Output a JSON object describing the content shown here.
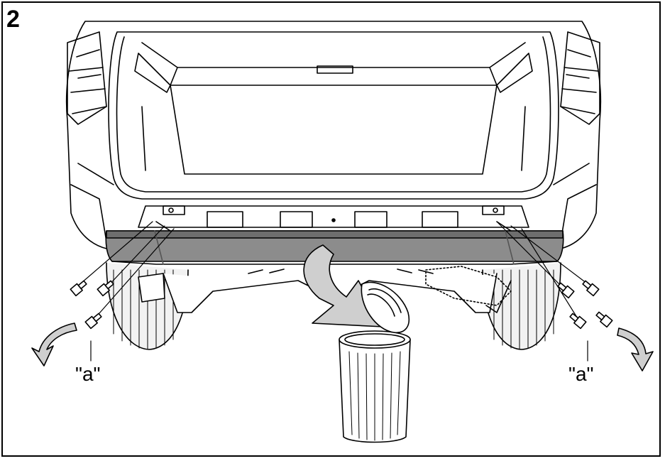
{
  "figure": {
    "step_number": "2",
    "callout_left": "\"a\"",
    "callout_right": "\"a\""
  },
  "colors": {
    "line": "#000000",
    "bumper_beam": "#8c8c8c",
    "bumper_shadow": "#6e6e6e",
    "arrow_fill": "#cfcfcf",
    "tire": "#f2f2f2"
  },
  "icons": [
    "bolt-icon",
    "removal-arrow-icon",
    "trash-bin-icon"
  ]
}
